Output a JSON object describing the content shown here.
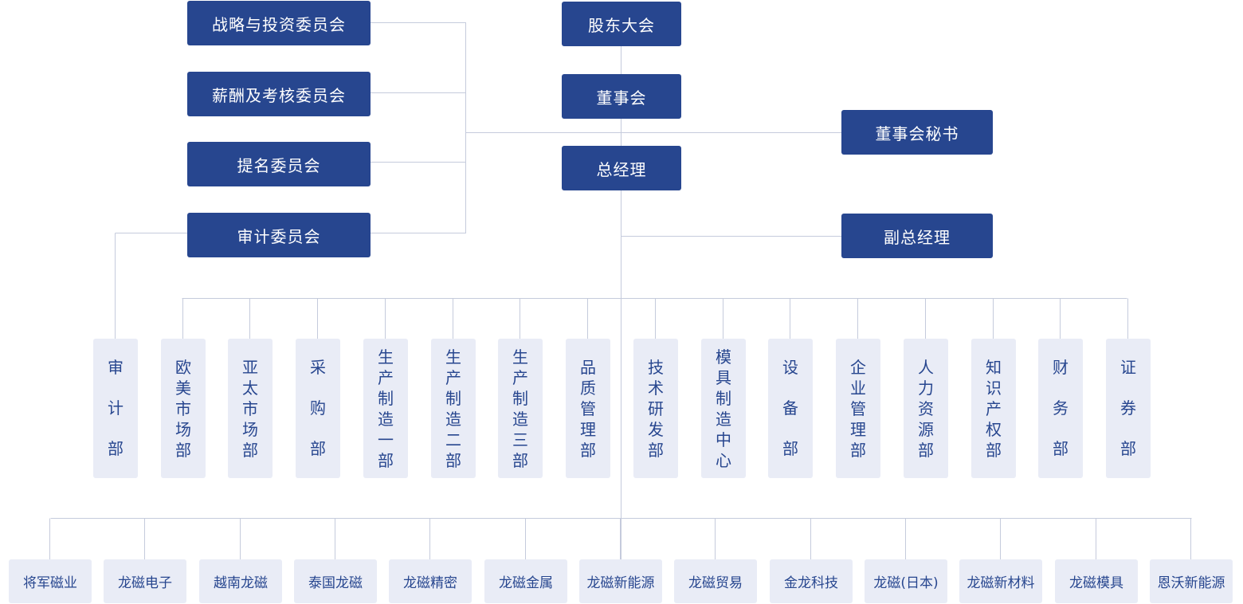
{
  "colors": {
    "dark_node": "#27468f",
    "light_node": "#e9ecf6",
    "line": "#c5cbdc"
  },
  "top": {
    "shareholders": "股东大会",
    "board": "董事会",
    "gm": "总经理",
    "secretary": "董事会秘书",
    "vice_gm": "副总经理"
  },
  "committees": [
    "战略与投资委员会",
    "薪酬及考核委员会",
    "提名委员会",
    "审计委员会"
  ],
  "departments": [
    "审计部",
    "欧美市场部",
    "亚太市场部",
    "采购部",
    "生产制造一部",
    "生产制造二部",
    "生产制造三部",
    "品质管理部",
    "技术研发部",
    "模具制造中心",
    "设备部",
    "企业管理部",
    "人力资源部",
    "知识产权部",
    "财务部",
    "证券部"
  ],
  "subsidiaries": [
    "将军磁业",
    "龙磁电子",
    "越南龙磁",
    "泰国龙磁",
    "龙磁精密",
    "龙磁金属",
    "龙磁新能源",
    "龙磁贸易",
    "金龙科技",
    "龙磁(日本)",
    "龙磁新材料",
    "龙磁模具",
    "恩沃新能源"
  ]
}
